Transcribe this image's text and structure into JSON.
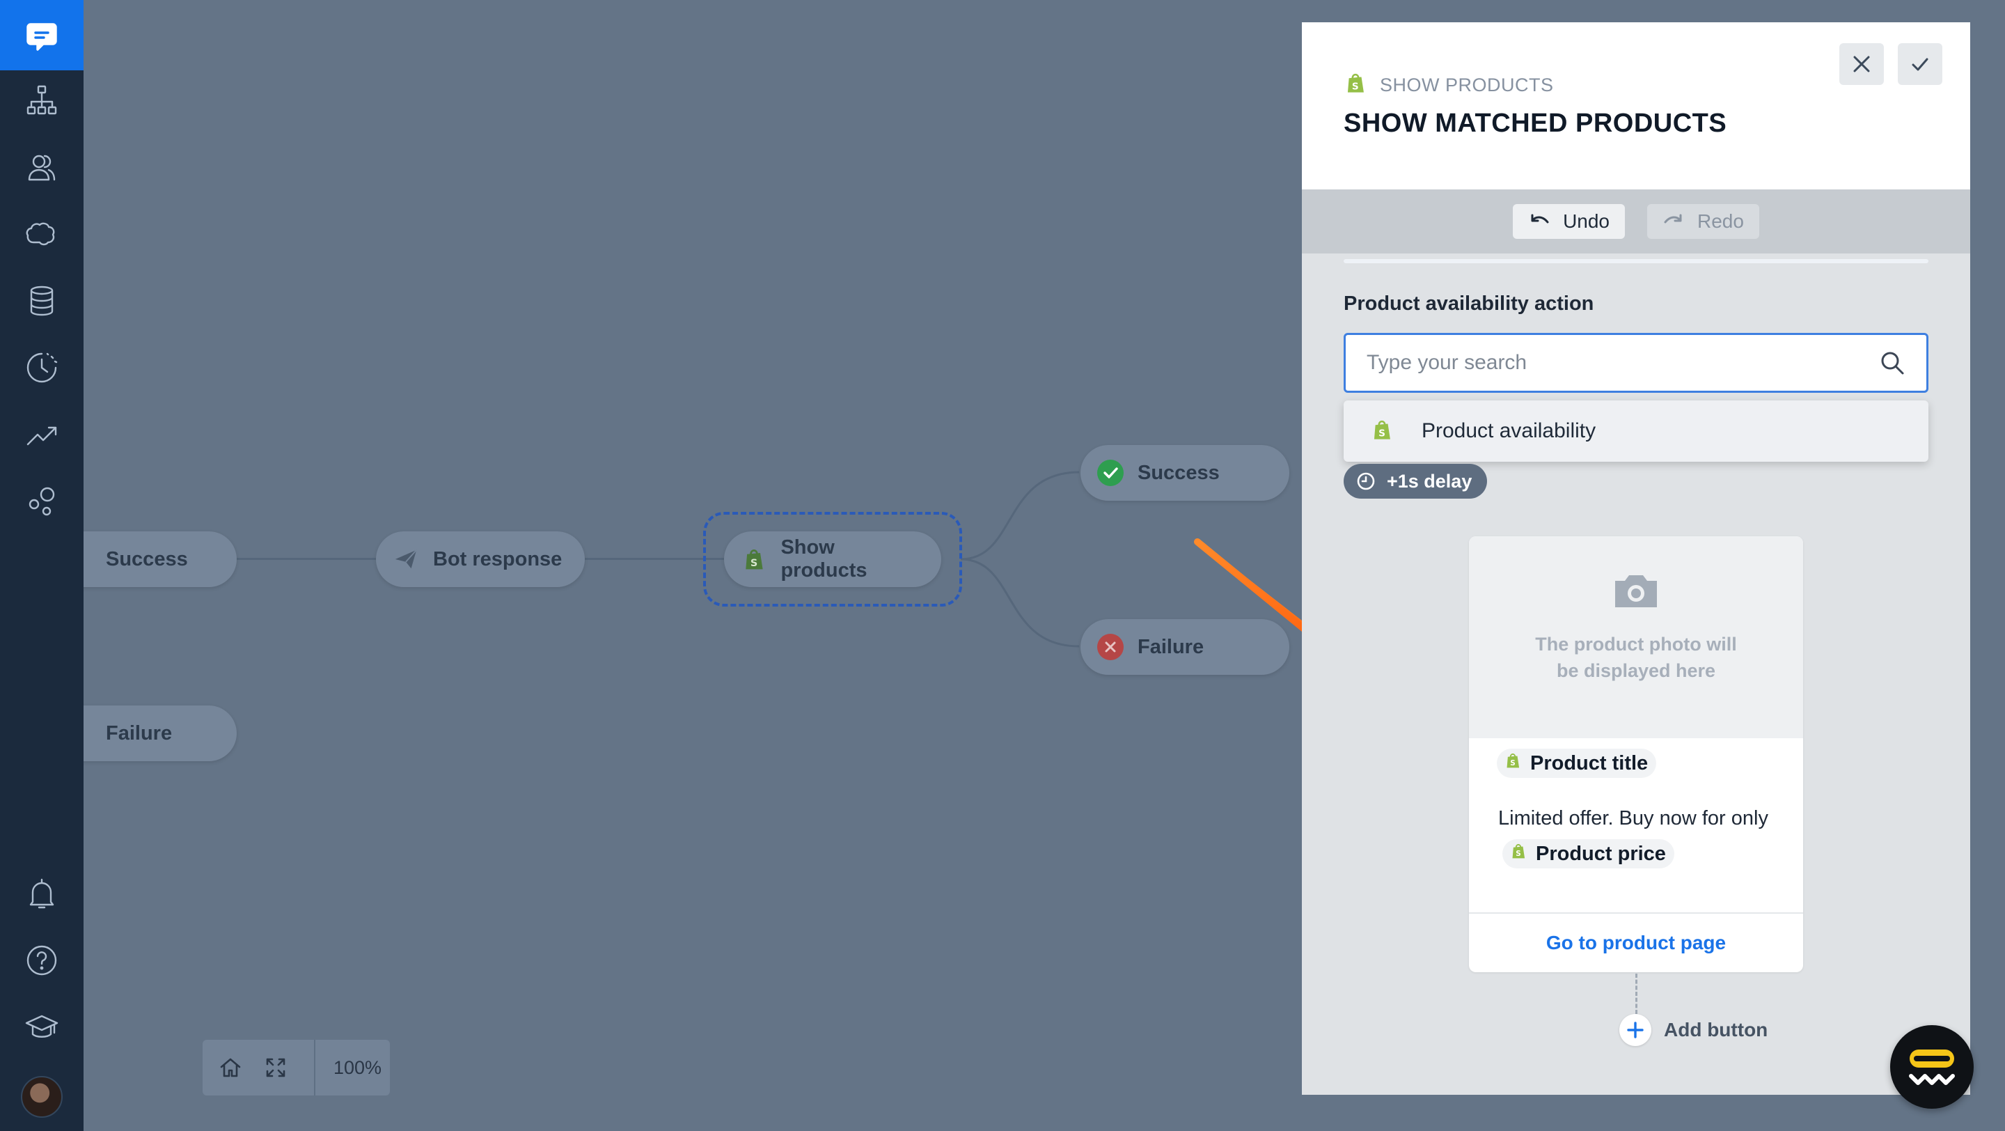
{
  "canvas": {
    "nodes": {
      "success_left": "Success",
      "failure_left": "Failure",
      "bot_response": "Bot response",
      "show_products": "Show products",
      "success_right": "Success",
      "failure_right": "Failure"
    },
    "zoom_level": "100%"
  },
  "panel": {
    "kicker": "SHOW PRODUCTS",
    "title": "SHOW MATCHED PRODUCTS",
    "undo_label": "Undo",
    "redo_label": "Redo",
    "field_label": "Product availability action",
    "search_placeholder": "Type your search",
    "dropdown_option": "Product availability",
    "delay_label": "+1s delay",
    "card": {
      "photo_placeholder": "The product photo will be displayed here",
      "product_title": "Product title",
      "desc_text": "Limited offer. Buy now for only",
      "product_price": "Product price",
      "cta": "Go to product page"
    },
    "add_button": "Add button"
  },
  "colors": {
    "sidebar": "#1b2a3d",
    "brand": "#1273eb",
    "canvas_bg": "#647487",
    "success": "#2e9e4f",
    "failure": "#c0392b",
    "link": "#1a73e8",
    "arrow": "#ff6a13"
  },
  "icons": [
    "chat-logo-icon",
    "bot-flow-icon",
    "users-icon",
    "brain-icon",
    "database-icon",
    "history-icon",
    "trending-icon",
    "bubbles-icon",
    "bell-icon",
    "help-icon",
    "graduation-cap-icon",
    "home-icon",
    "fullscreen-icon",
    "close-icon",
    "check-icon",
    "undo-icon",
    "redo-icon",
    "search-icon",
    "shopify-icon",
    "clock-icon",
    "camera-icon",
    "plus-icon"
  ]
}
